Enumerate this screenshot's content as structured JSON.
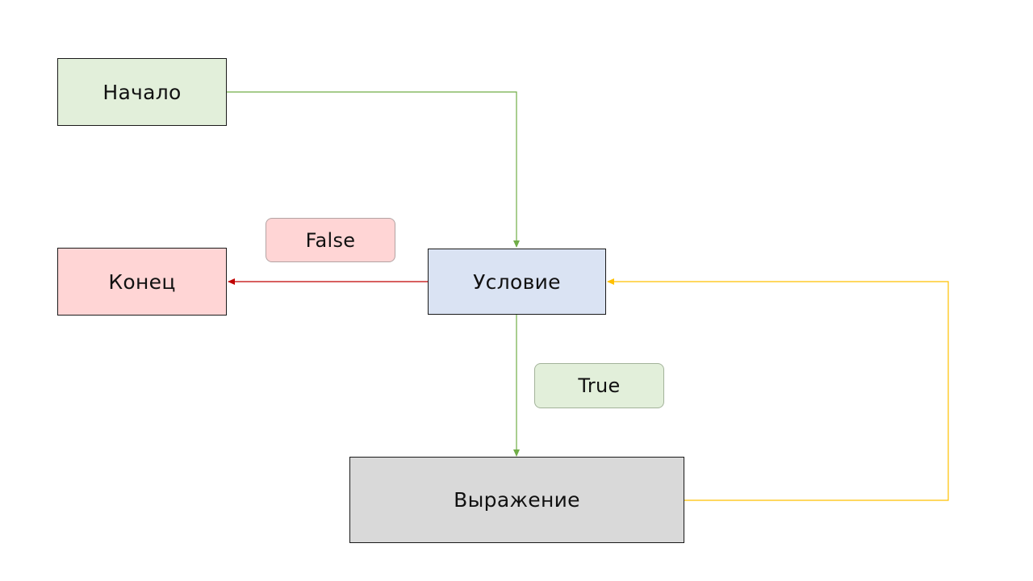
{
  "nodes": {
    "start": {
      "label": "Начало",
      "fill": "#e2efda"
    },
    "condition": {
      "label": "Условие",
      "fill": "#dae3f3"
    },
    "end": {
      "label": "Конец",
      "fill": "#ffd5d5"
    },
    "expression": {
      "label": "Выражение",
      "fill": "#d9d9d9"
    }
  },
  "edge_labels": {
    "false": {
      "label": "False",
      "fill": "#ffd5d5"
    },
    "true": {
      "label": "True",
      "fill": "#e2efda"
    }
  },
  "edges": [
    {
      "from": "start",
      "to": "condition",
      "color": "#70ad47"
    },
    {
      "from": "condition",
      "to": "end",
      "color": "#c00000",
      "label": "False"
    },
    {
      "from": "condition",
      "to": "expression",
      "color": "#70ad47",
      "label": "True"
    },
    {
      "from": "expression",
      "to": "condition",
      "color": "#ffc000"
    }
  ]
}
